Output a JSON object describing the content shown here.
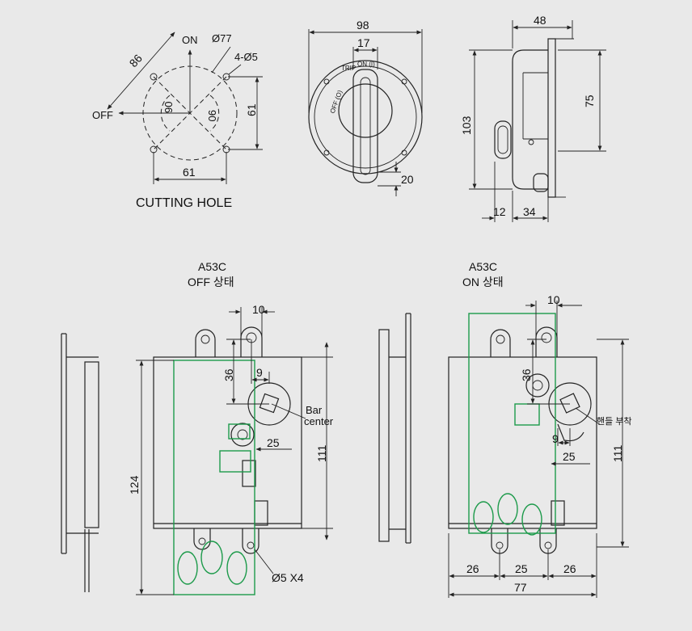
{
  "colors": {
    "background": "#e9e9e9",
    "line": "#222222",
    "overlay": "#1c9a4a"
  },
  "cutting_hole": {
    "caption": "CUTTING HOLE",
    "on_label": "ON",
    "off_label": "OFF",
    "dim_86": "86",
    "dim_d77": "Ø77",
    "dim_holes": "4-Ø5",
    "dim_61_right": "61",
    "dim_61_bottom": "61",
    "angle_left": "90",
    "angle_right": "90"
  },
  "handle_front": {
    "dim_98": "98",
    "dim_17": "17",
    "dim_20": "20",
    "label_trip": "TRIP",
    "label_on": "ON (I)",
    "label_off": "OFF (O)"
  },
  "side_view": {
    "dim_48": "48",
    "dim_103": "103",
    "dim_75": "75",
    "dim_12": "12",
    "dim_34": "34"
  },
  "off_view": {
    "title": "A53C",
    "subtitle": "OFF 상태",
    "dim_10": "10",
    "dim_36": "36",
    "dim_9": "9",
    "bar_center_1": "Bar",
    "bar_center_2": "center",
    "dim_25": "25",
    "dim_111": "111",
    "dim_124": "124",
    "holes_note": "Ø5 X4"
  },
  "on_view": {
    "title": "A53C",
    "subtitle": "ON 상태",
    "dim_10": "10",
    "dim_36": "36",
    "dim_9": "9",
    "handle_note": "핸들 부착",
    "dim_25": "25",
    "dim_111": "111",
    "dim_26_left": "26",
    "dim_25_bottom": "25",
    "dim_26_right": "26",
    "dim_77": "77"
  }
}
